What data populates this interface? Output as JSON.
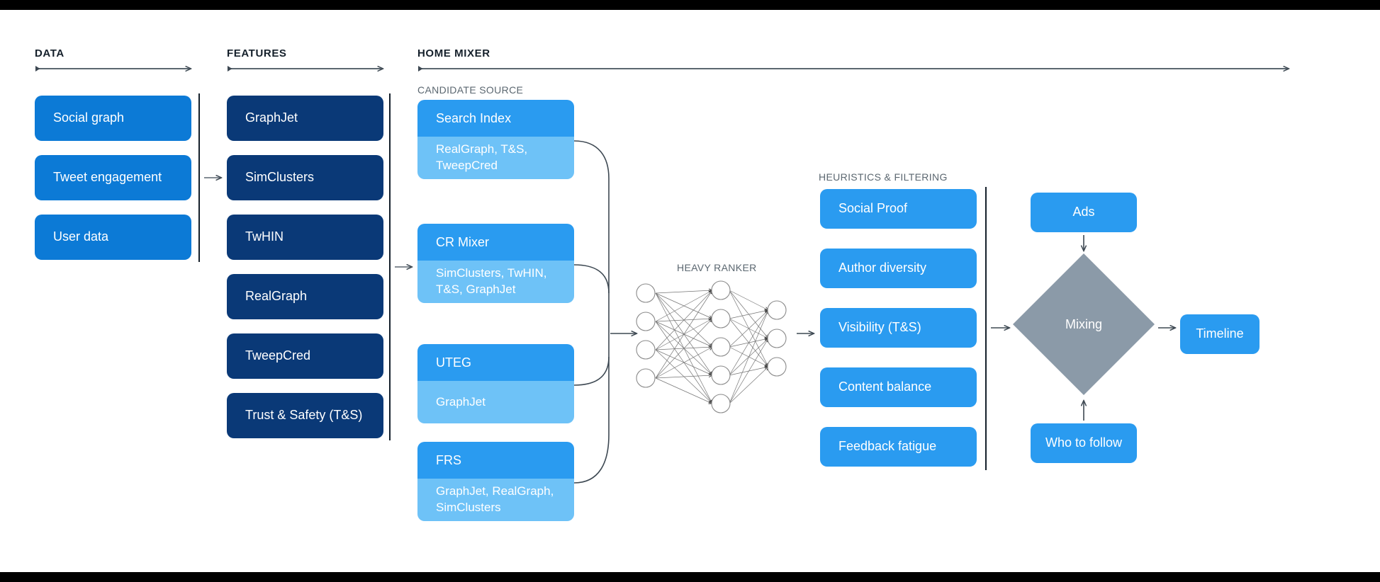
{
  "sections": {
    "data": {
      "title": "DATA"
    },
    "features": {
      "title": "FEATURES"
    },
    "home_mixer": {
      "title": "HOME MIXER"
    },
    "candidate_source": {
      "title": "CANDIDATE SOURCE"
    },
    "heavy_ranker": {
      "title": "HEAVY RANKER"
    },
    "heuristics": {
      "title": "HEURISTICS & FILTERING"
    }
  },
  "data_boxes": [
    {
      "label": "Social graph"
    },
    {
      "label": "Tweet engagement"
    },
    {
      "label": "User data"
    }
  ],
  "feature_boxes": [
    {
      "label": "GraphJet"
    },
    {
      "label": "SimClusters"
    },
    {
      "label": "TwHIN"
    },
    {
      "label": "RealGraph"
    },
    {
      "label": "TweepCred"
    },
    {
      "label": "Trust & Safety (T&S)"
    }
  ],
  "candidate_sources": [
    {
      "name": "Search Index",
      "features": "RealGraph, T&S,\nTweepCred"
    },
    {
      "name": "CR Mixer",
      "features": "SimClusters, TwHIN,\nT&S, GraphJet"
    },
    {
      "name": "UTEG",
      "features": "GraphJet"
    },
    {
      "name": "FRS",
      "features": "GraphJet, RealGraph,\nSimClusters"
    }
  ],
  "heuristic_boxes": [
    {
      "label": "Social Proof"
    },
    {
      "label": "Author diversity"
    },
    {
      "label": "Visibility (T&S)"
    },
    {
      "label": "Content balance"
    },
    {
      "label": "Feedback fatigue"
    }
  ],
  "mixing": {
    "label": "Mixing"
  },
  "outputs": {
    "ads": "Ads",
    "who_to_follow": "Who to follow",
    "timeline": "Timeline"
  },
  "neural_net": {
    "layers": [
      4,
      5,
      3
    ]
  },
  "colors": {
    "data_blue": "#0c7ad6",
    "feature_navy": "#0a3977",
    "light_blue": "#2a9bf0",
    "pale_blue": "#6ec2f7",
    "diamond_gray": "#8b9aa8",
    "line_gray": "#5b6770",
    "text_dark": "#15202b"
  }
}
